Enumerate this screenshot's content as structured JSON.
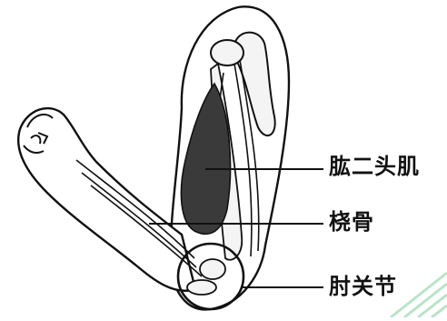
{
  "labels": {
    "biceps": "肱二头肌",
    "radius": "桡骨",
    "elbow_joint": "肘关节"
  },
  "colors": {
    "ink": "#111111",
    "muscle": "#3a3a3a",
    "bone": "#f4f4f4",
    "skin": "#ffffff",
    "watermark": "#7fcf9a"
  }
}
